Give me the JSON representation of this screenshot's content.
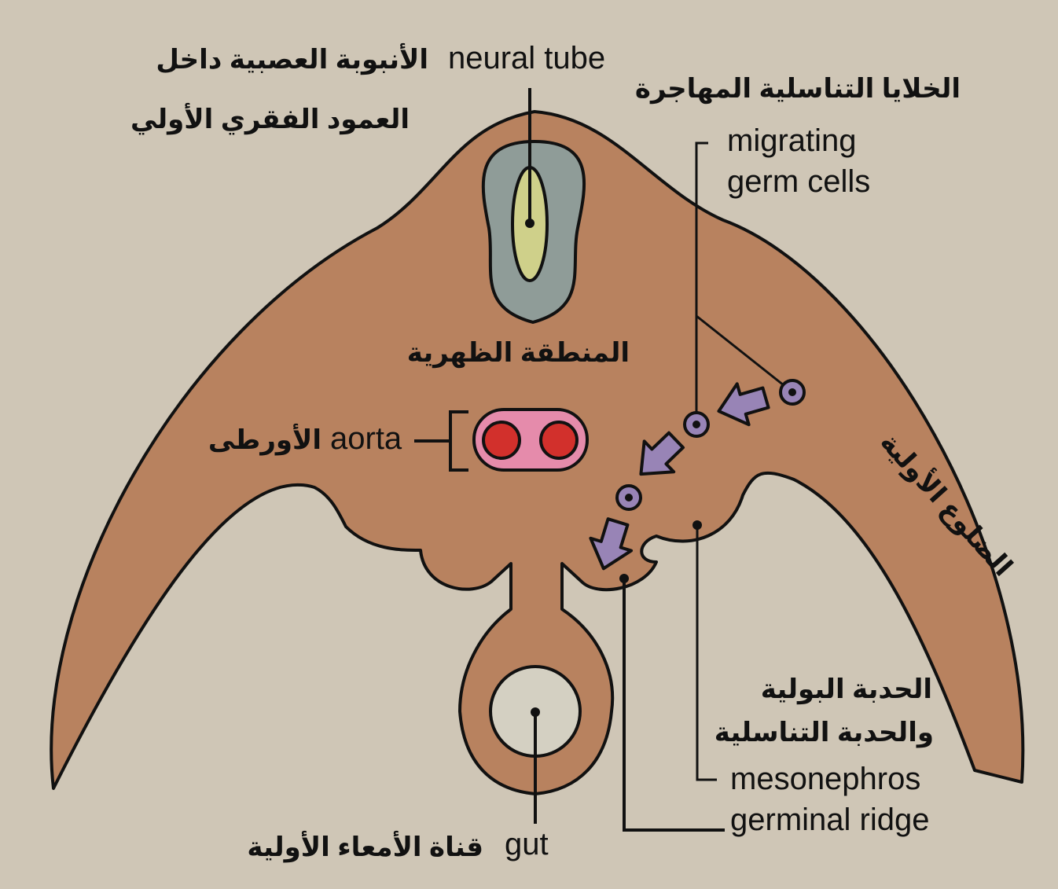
{
  "colors": {
    "background": "#cfc6b6",
    "embryo_body": "#b8825f",
    "neural_tube_outer": "#8f9c98",
    "neural_tube_inner": "#cfd08a",
    "aorta_outer": "#e58bab",
    "aorta_lumen": "#d2302c",
    "gut_lumen": "#d4d0c2",
    "arrow": "#9884b6",
    "germ_cell": "#9884b6",
    "outline": "#111111"
  },
  "labels": {
    "neural_tube_en": "neural tube",
    "neural_tube_ar_1": "الأنبوبة العصبية داخل",
    "neural_tube_ar_2": "العمود الفقري الأولي",
    "germ_cells_ar": "الخلايا التناسلية المهاجرة",
    "germ_cells_en_1": "migrating",
    "germ_cells_en_2": "germ cells",
    "dorsal_region_ar": "المنطقة الظهرية",
    "aorta_en": "aorta",
    "aorta_ar": "الأورطى",
    "ribs_ar": "الضلوع الأولية",
    "ridge_ar_1": "الحدبة البولية",
    "ridge_ar_2": "والحدبة التناسلية",
    "mesonephros_en": "mesonephros",
    "germinal_ridge_en": "germinal ridge",
    "gut_en": "gut",
    "gut_ar": "قناة الأمعاء الأولية"
  }
}
